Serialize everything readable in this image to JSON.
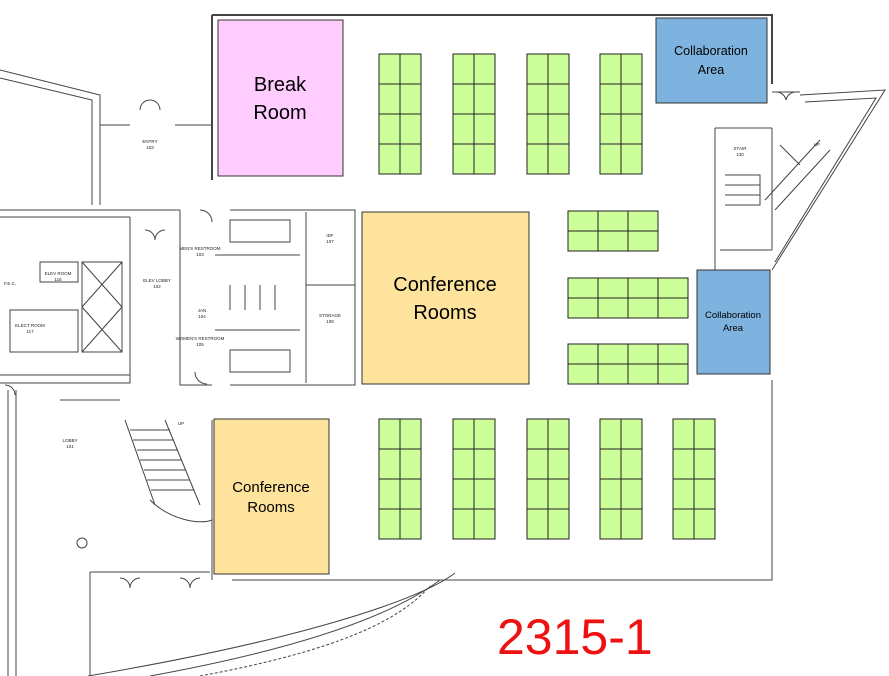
{
  "plan_id": "2315-1",
  "colors": {
    "break_room": "#ffccff",
    "conference": "#fde39c",
    "collaboration": "#7fb3df",
    "desk": "#ccff99",
    "plan_id": "#ee1111"
  },
  "rooms": {
    "break_room": {
      "line1": "Break",
      "line2": "Room"
    },
    "conference_main": {
      "line1": "Conference",
      "line2": "Rooms"
    },
    "conference_lower": {
      "line1": "Conference",
      "line2": "Rooms"
    },
    "collab_top": {
      "line1": "Collaboration",
      "line2": "Area"
    },
    "collab_side": {
      "line1": "Collaboration",
      "line2": "Area"
    }
  },
  "small_labels": {
    "entry": "ENTRY",
    "entry_no": "103",
    "elev_room": "ELEV ROOM",
    "elev_room_no": "116",
    "elect_room": "ELECT ROOM",
    "elect_room_no": "117",
    "fec": "F.E.C.",
    "elev_lobby": "ELEV LOBBY",
    "elev_lobby_no": "102",
    "mens": "MEN'S RESTROOM",
    "mens_no": "103",
    "womens": "WOMEN'S RESTROOM",
    "womens_no": "105",
    "jan": "JAN",
    "jan_no": "104",
    "idf": "IDF",
    "idf_no": "107",
    "storage": "STORAGE",
    "storage_no": "108",
    "stair": "STAIR",
    "stair_no": "130",
    "lobby": "LOBBY",
    "lobby_no": "101",
    "up_top": "UP",
    "up_bottom": "UP"
  }
}
